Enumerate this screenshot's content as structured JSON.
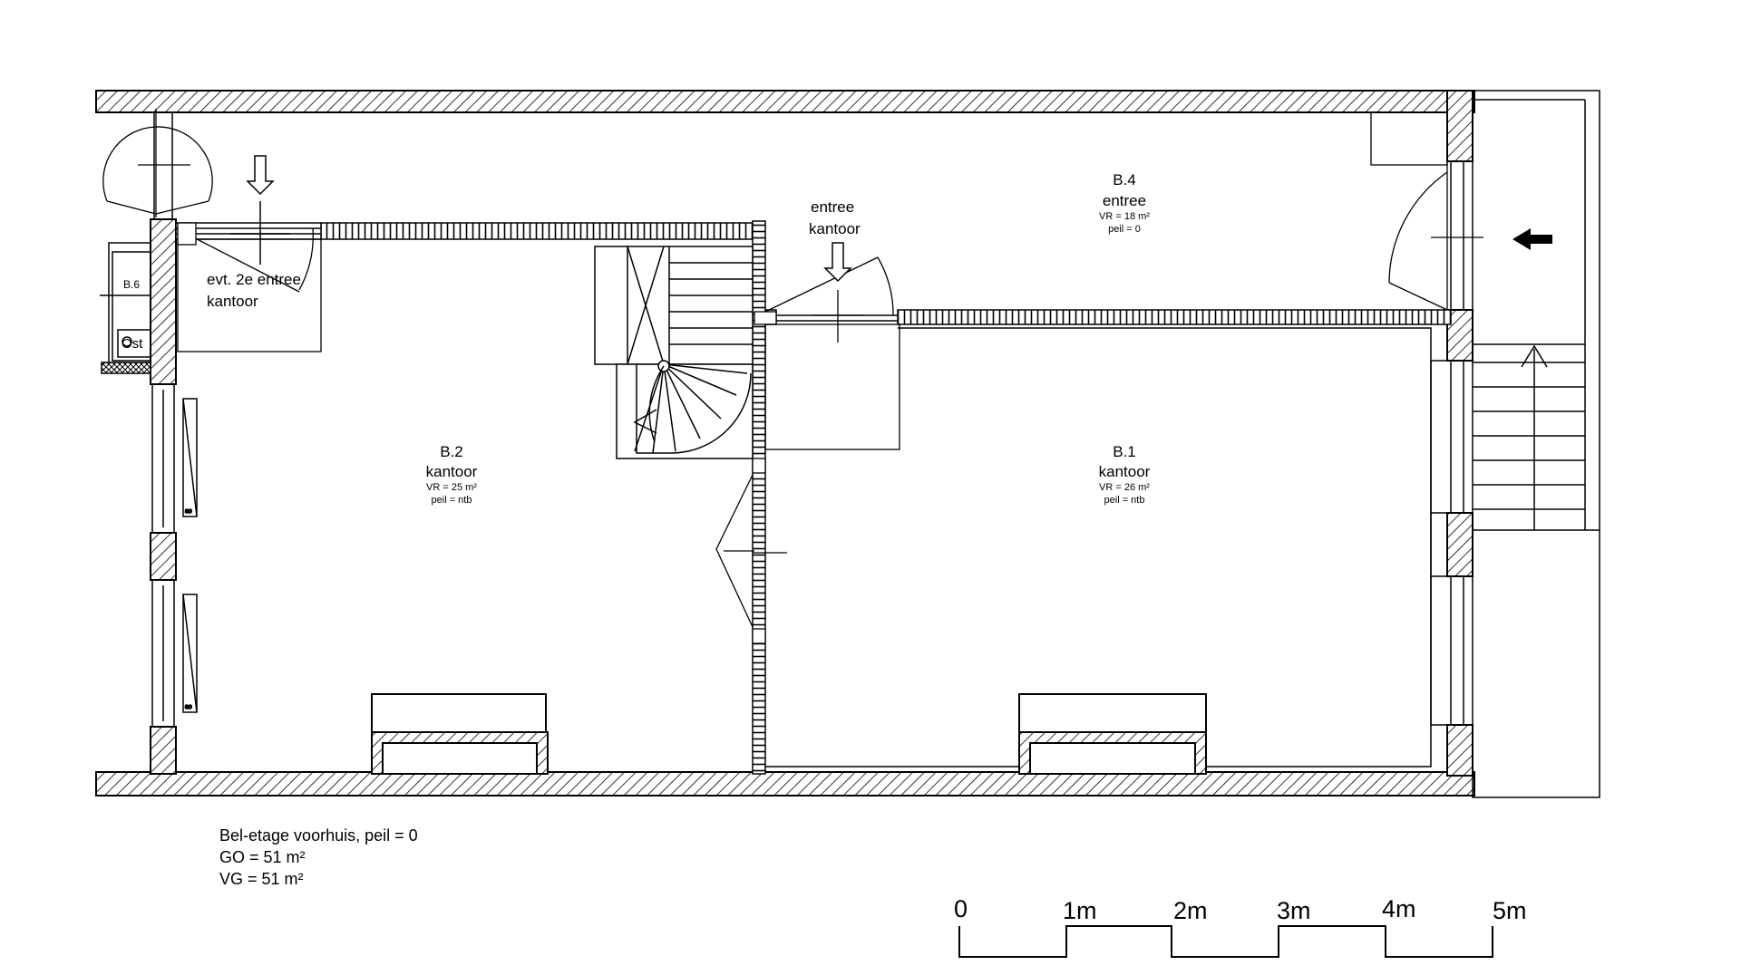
{
  "rooms": {
    "b4": {
      "id": "B.4",
      "name": "entree",
      "area": "VR = 18 m²",
      "level": "peil = 0"
    },
    "b2": {
      "id": "B.2",
      "name": "kantoor",
      "area": "VR = 25 m²",
      "level": "peil = ntb"
    },
    "b1": {
      "id": "B.1",
      "name": "kantoor",
      "area": "VR = 26 m²",
      "level": "peil = ntb"
    }
  },
  "labels": {
    "entree_kantoor_1": "entree",
    "entree_kantoor_2": "kantoor",
    "alt_entree_1": "evt. 2e entree",
    "alt_entree_2": "kantoor",
    "b6": "B.6",
    "ost": "Ost"
  },
  "caption": {
    "line1": "Bel-etage voorhuis, peil = 0",
    "line2": "GO = 51 m²",
    "line3": "VG = 51 m²"
  },
  "scale_bar": {
    "labels": [
      "0",
      "1m",
      "2m",
      "3m",
      "4m",
      "5m"
    ]
  }
}
